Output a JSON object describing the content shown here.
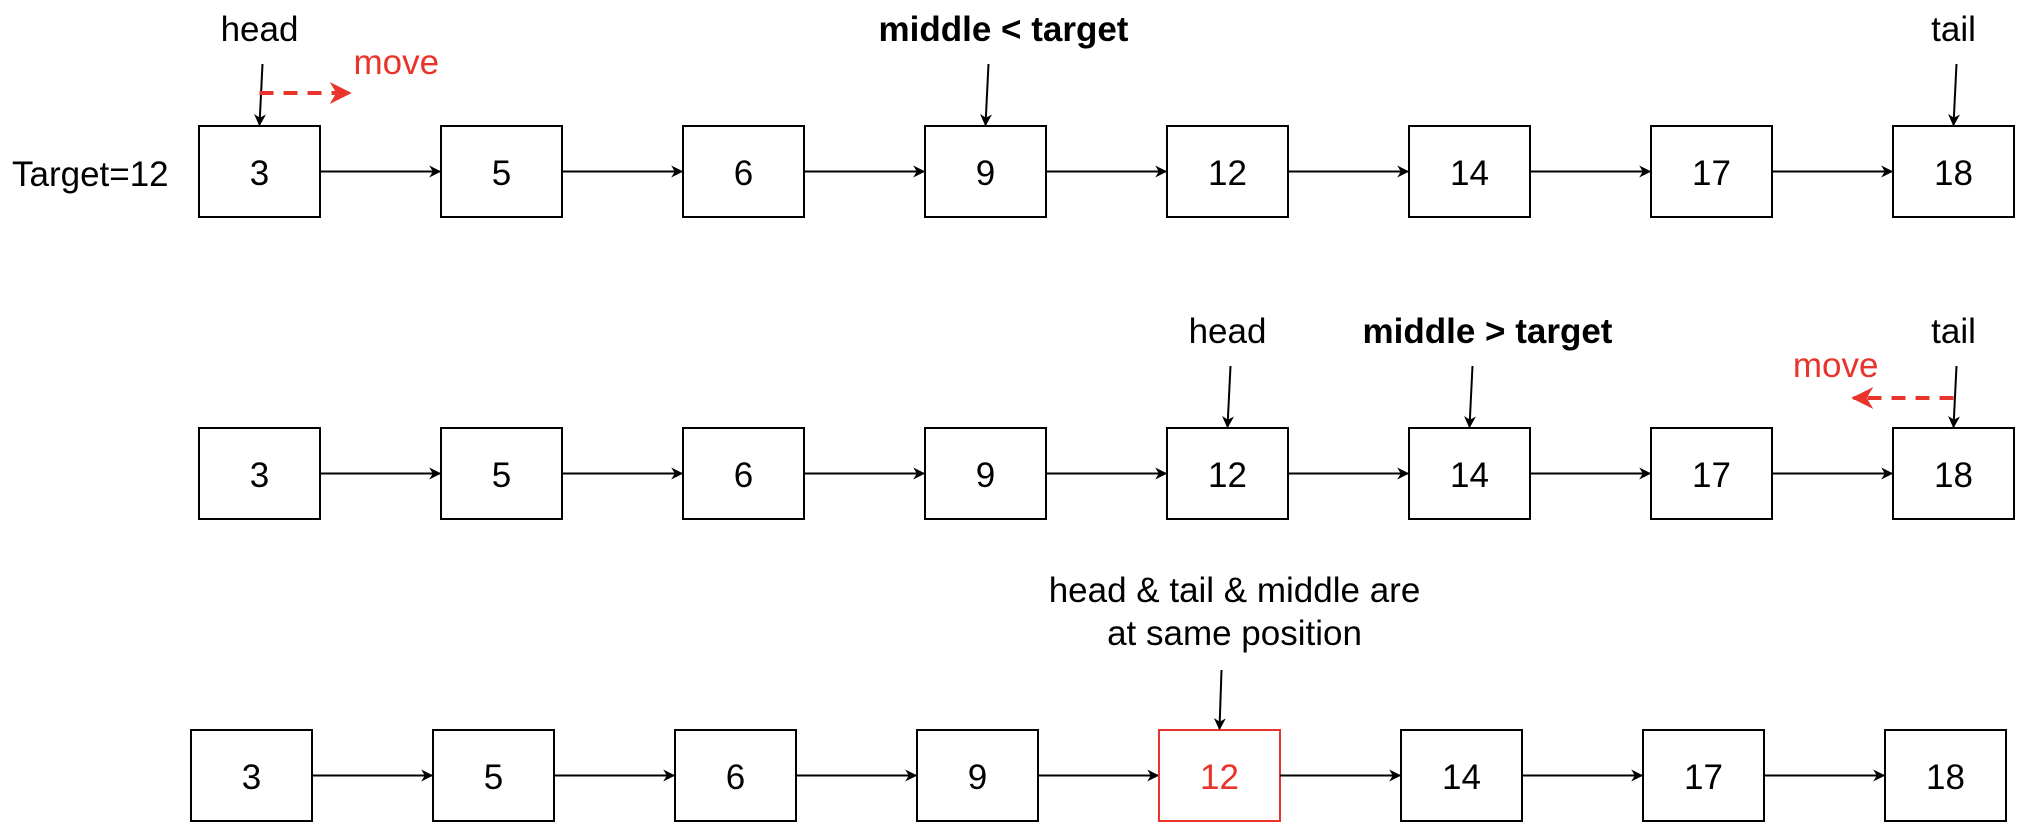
{
  "target_label": "Target=12",
  "colors": {
    "highlight": "#e8342a",
    "stroke": "#000000"
  },
  "rows": [
    {
      "nodes": [
        "3",
        "5",
        "6",
        "9",
        "12",
        "14",
        "17",
        "18"
      ],
      "highlight_index": -1,
      "pointers": [
        {
          "label": "head",
          "node": 0,
          "bold": false
        },
        {
          "label": "middle < target",
          "node": 3,
          "bold": true
        },
        {
          "label": "tail",
          "node": 7,
          "bold": false
        }
      ],
      "move": {
        "label": "move",
        "direction": "right",
        "node": 0
      }
    },
    {
      "nodes": [
        "3",
        "5",
        "6",
        "9",
        "12",
        "14",
        "17",
        "18"
      ],
      "highlight_index": -1,
      "pointers": [
        {
          "label": "head",
          "node": 4,
          "bold": false
        },
        {
          "label": "middle > target",
          "node": 5,
          "bold": true
        },
        {
          "label": "tail",
          "node": 7,
          "bold": false
        }
      ],
      "move": {
        "label": "move",
        "direction": "left",
        "node": 7
      }
    },
    {
      "nodes": [
        "3",
        "5",
        "6",
        "9",
        "12",
        "14",
        "17",
        "18"
      ],
      "highlight_index": 4,
      "pointers": [],
      "note": {
        "line1": "head & tail & middle are",
        "line2": "at same position",
        "node": 4
      }
    }
  ]
}
